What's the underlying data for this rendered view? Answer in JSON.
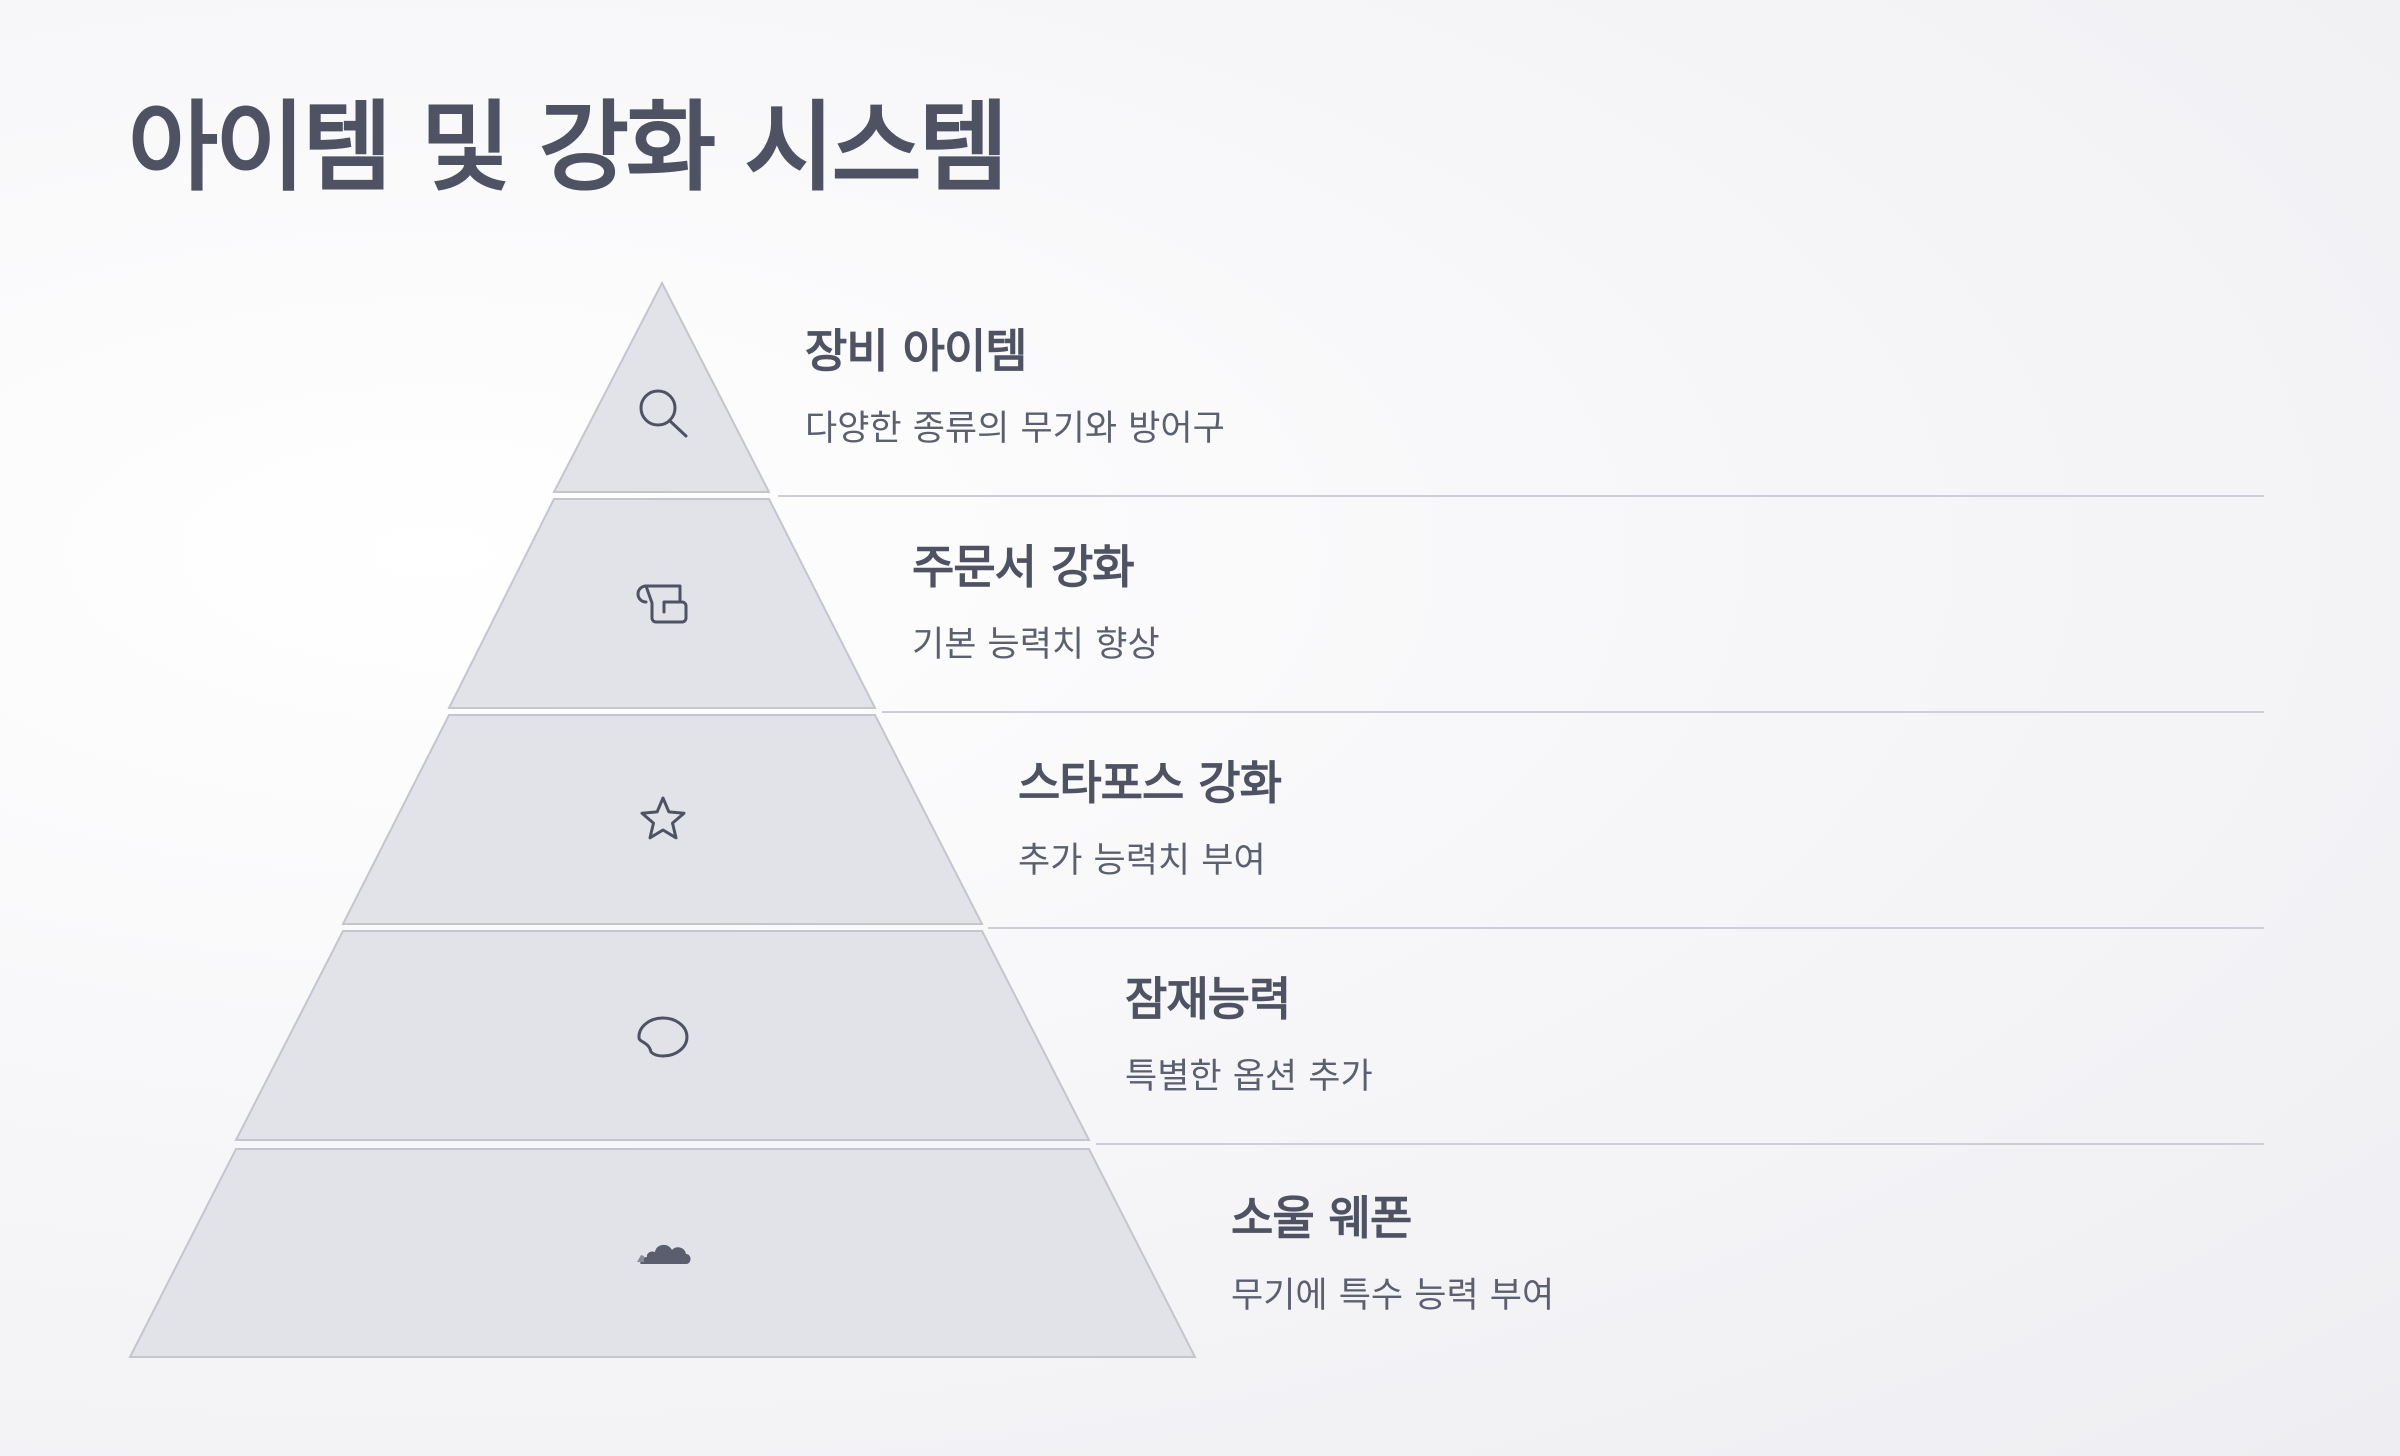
{
  "title": "아이템 및 강화 시스템",
  "colors": {
    "tier_fill": "#e2e3e8",
    "tier_stroke": "#c4c5cd",
    "icon": "#4e5263",
    "divider": "#cdced6"
  },
  "levels": [
    {
      "title": "장비 아이템",
      "description": "다양한 종류의 무기와 방어구",
      "icon": "search-icon"
    },
    {
      "title": "주문서 강화",
      "description": "기본 능력치 향상",
      "icon": "scroll-icon"
    },
    {
      "title": "스타포스 강화",
      "description": "추가 능력치 부여",
      "icon": "star-icon"
    },
    {
      "title": "잠재능력",
      "description": "특별한 옵션 추가",
      "icon": "speech-bubble-icon"
    },
    {
      "title": "소울 웨폰",
      "description": "무기에 특수 능력 부여",
      "icon": "cloud-icon"
    }
  ]
}
